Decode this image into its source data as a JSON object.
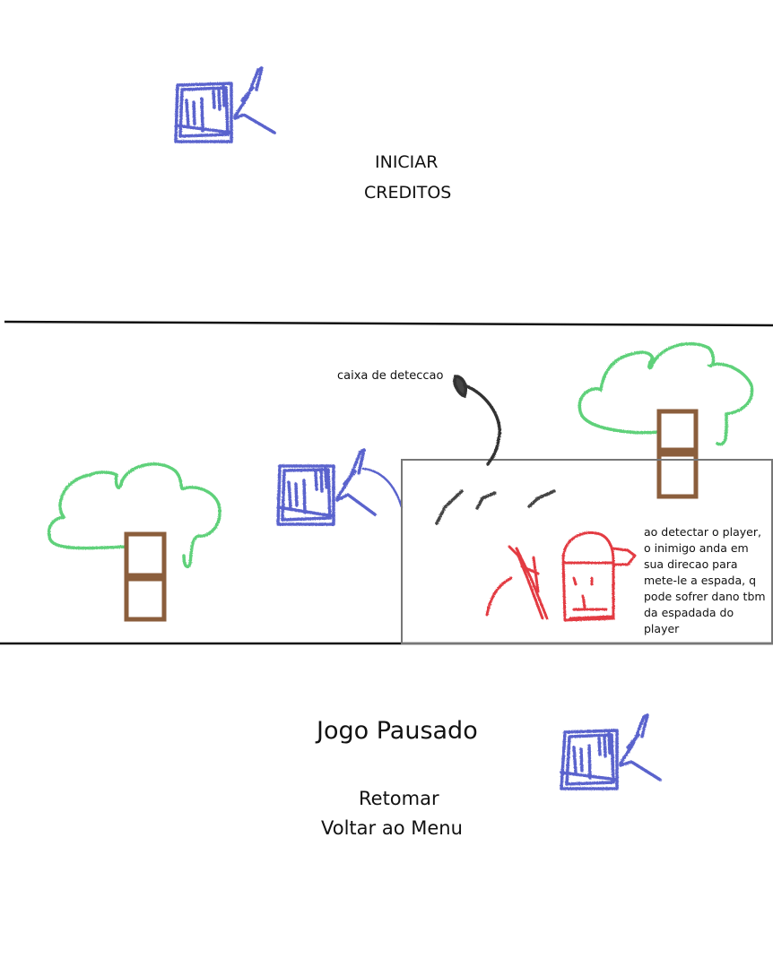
{
  "main_menu": {
    "start_label": "INICIAR",
    "credits_label": "CREDITOS"
  },
  "gameplay": {
    "detection_box_label": "caixa de deteccao",
    "enemy_note": "ao detectar o player, o inimigo anda em sua direcao para mete-le a espada, q pode sofrer dano tbm da espadada do player"
  },
  "pause_menu": {
    "title": "Jogo Pausado",
    "resume_label": "Retomar",
    "back_to_menu_label": "Voltar ao Menu"
  },
  "colors": {
    "player": "#4a52c8",
    "enemy": "#e0262e",
    "cloud": "#5fd17a",
    "trunk": "#8b5e3c",
    "arrow": "#333333",
    "divider": "#111111",
    "detection_box": "#777777"
  }
}
